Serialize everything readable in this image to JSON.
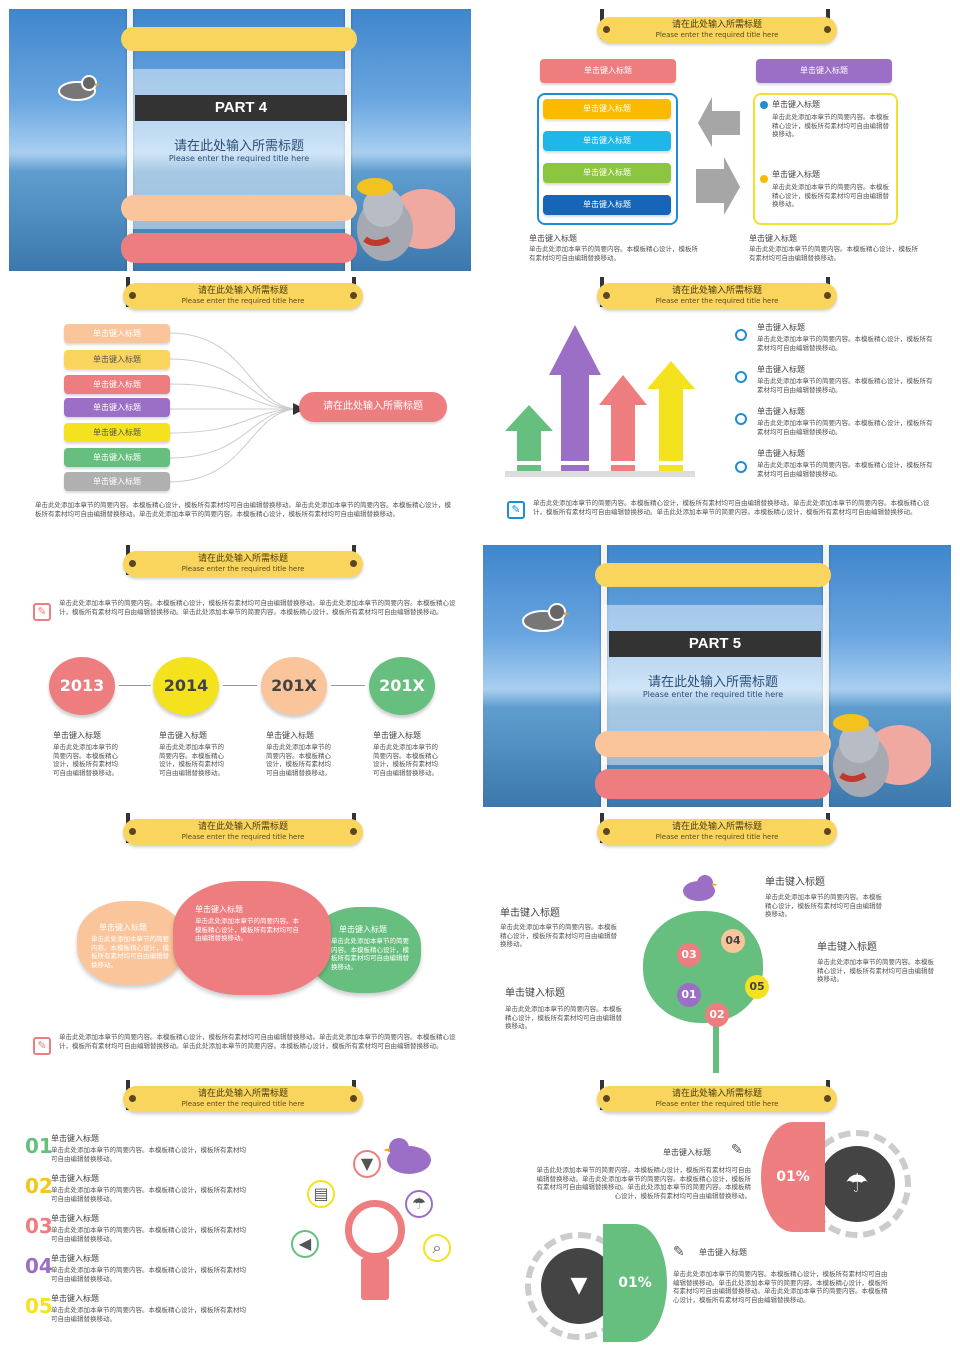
{
  "banner": {
    "cn": "请在此处输入所需标题",
    "en": "Please enter the required title here"
  },
  "click_title": "单击键入标题",
  "body_text": "单击此处添加本章节的简要内容。本模板精心设计，模板所有素材均可自由编辑替换移动。",
  "body_long": "单击此处添加本章节的简要内容。本模板精心设计，模板所有素材均可自由编辑替换移动。单击此处添加本章节的简要内容。本模板精心设计，模板所有素材均可自由编辑替换移动。单击此处添加本章节的简要内容。本模板精心设计，模板所有素材均可自由编辑替换移动。",
  "part4": {
    "label": "PART 4"
  },
  "part5": {
    "label": "PART 5"
  },
  "cover": {
    "cn": "请在此处输入所需标题",
    "en": "Please enter the required title here"
  },
  "s2": {
    "left_pills": [
      "单击键入标题",
      "单击键入标题",
      "单击键入标题",
      "单击键入标题"
    ],
    "right_pill": "单击键入标题",
    "items": [
      "单击键入标题",
      "单击键入标题"
    ],
    "bottom": [
      "单击键入标题",
      "单击键入标题"
    ],
    "left_pill_top": "单击键入标题"
  },
  "s3": {
    "pills": [
      "单击键入标题",
      "单击键入标题",
      "单击键入标题",
      "单击键入标题",
      "单击键入标题",
      "单击键入标题",
      "单击键入标题"
    ],
    "target": "请在此处输入所需标题"
  },
  "s4": {
    "items": [
      "单击键入标题",
      "单击键入标题",
      "单击键入标题",
      "单击键入标题"
    ]
  },
  "s5": {
    "years": [
      "2013",
      "2014",
      "201X",
      "201X"
    ]
  },
  "s7": {
    "clouds": [
      "单击键入标题",
      "单击键入标题",
      "单击键入标题"
    ]
  },
  "s8": {
    "labels": [
      "单击键入标题",
      "单击键入标题",
      "单击键入标题",
      "单击键入标题"
    ],
    "numbers": [
      "01",
      "02",
      "03",
      "04",
      "05"
    ]
  },
  "s9": {
    "nums": [
      "01",
      "02",
      "03",
      "04",
      "05"
    ]
  },
  "s10": {
    "pct1": "01%",
    "pct2": "01%",
    "labels": [
      "单击键入标题",
      "单击键入标题"
    ]
  },
  "colors": {
    "yellow": "#f9d55e",
    "pink": "#ee7d80",
    "peach": "#fbc59c",
    "purple": "#9b6fc6",
    "green": "#67bf7f",
    "blue": "#1b8ed6"
  }
}
